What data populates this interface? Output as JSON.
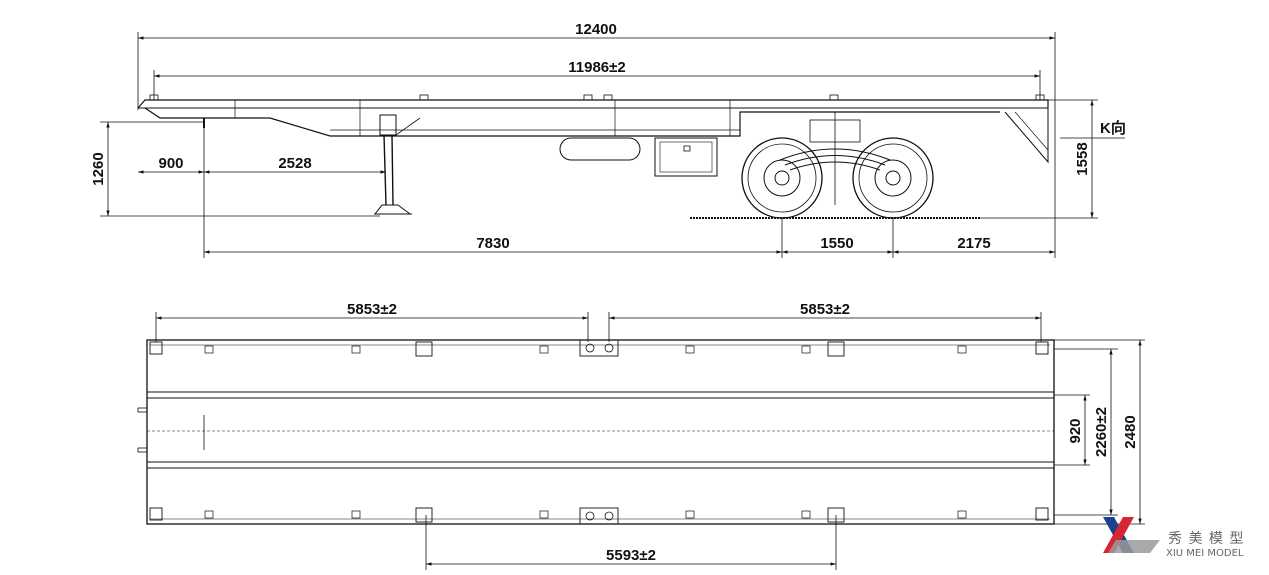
{
  "side_view": {
    "overall_length": "12400",
    "deck_length": "11986±2",
    "front_overhang": "900",
    "kingpin_to_leg": "2528",
    "kingpin_to_axle": "7830",
    "axle_spacing": "1550",
    "rear_overhang": "2175",
    "coupling_height": "1260",
    "deck_height": "1558",
    "view_label": "K向"
  },
  "top_view": {
    "lock_spacing_left": "5853±2",
    "lock_spacing_right": "5853±2",
    "lock_spacing_bottom": "5593±2",
    "beam_spacing": "920",
    "inner_width": "2260±2",
    "overall_width": "2480"
  },
  "logo": {
    "chinese": "秀 美 模 型",
    "english": "XIU MEI MODEL",
    "colors": {
      "blue": "#1d3f8f",
      "red": "#d7262f",
      "gray": "#9a9a9a"
    }
  }
}
